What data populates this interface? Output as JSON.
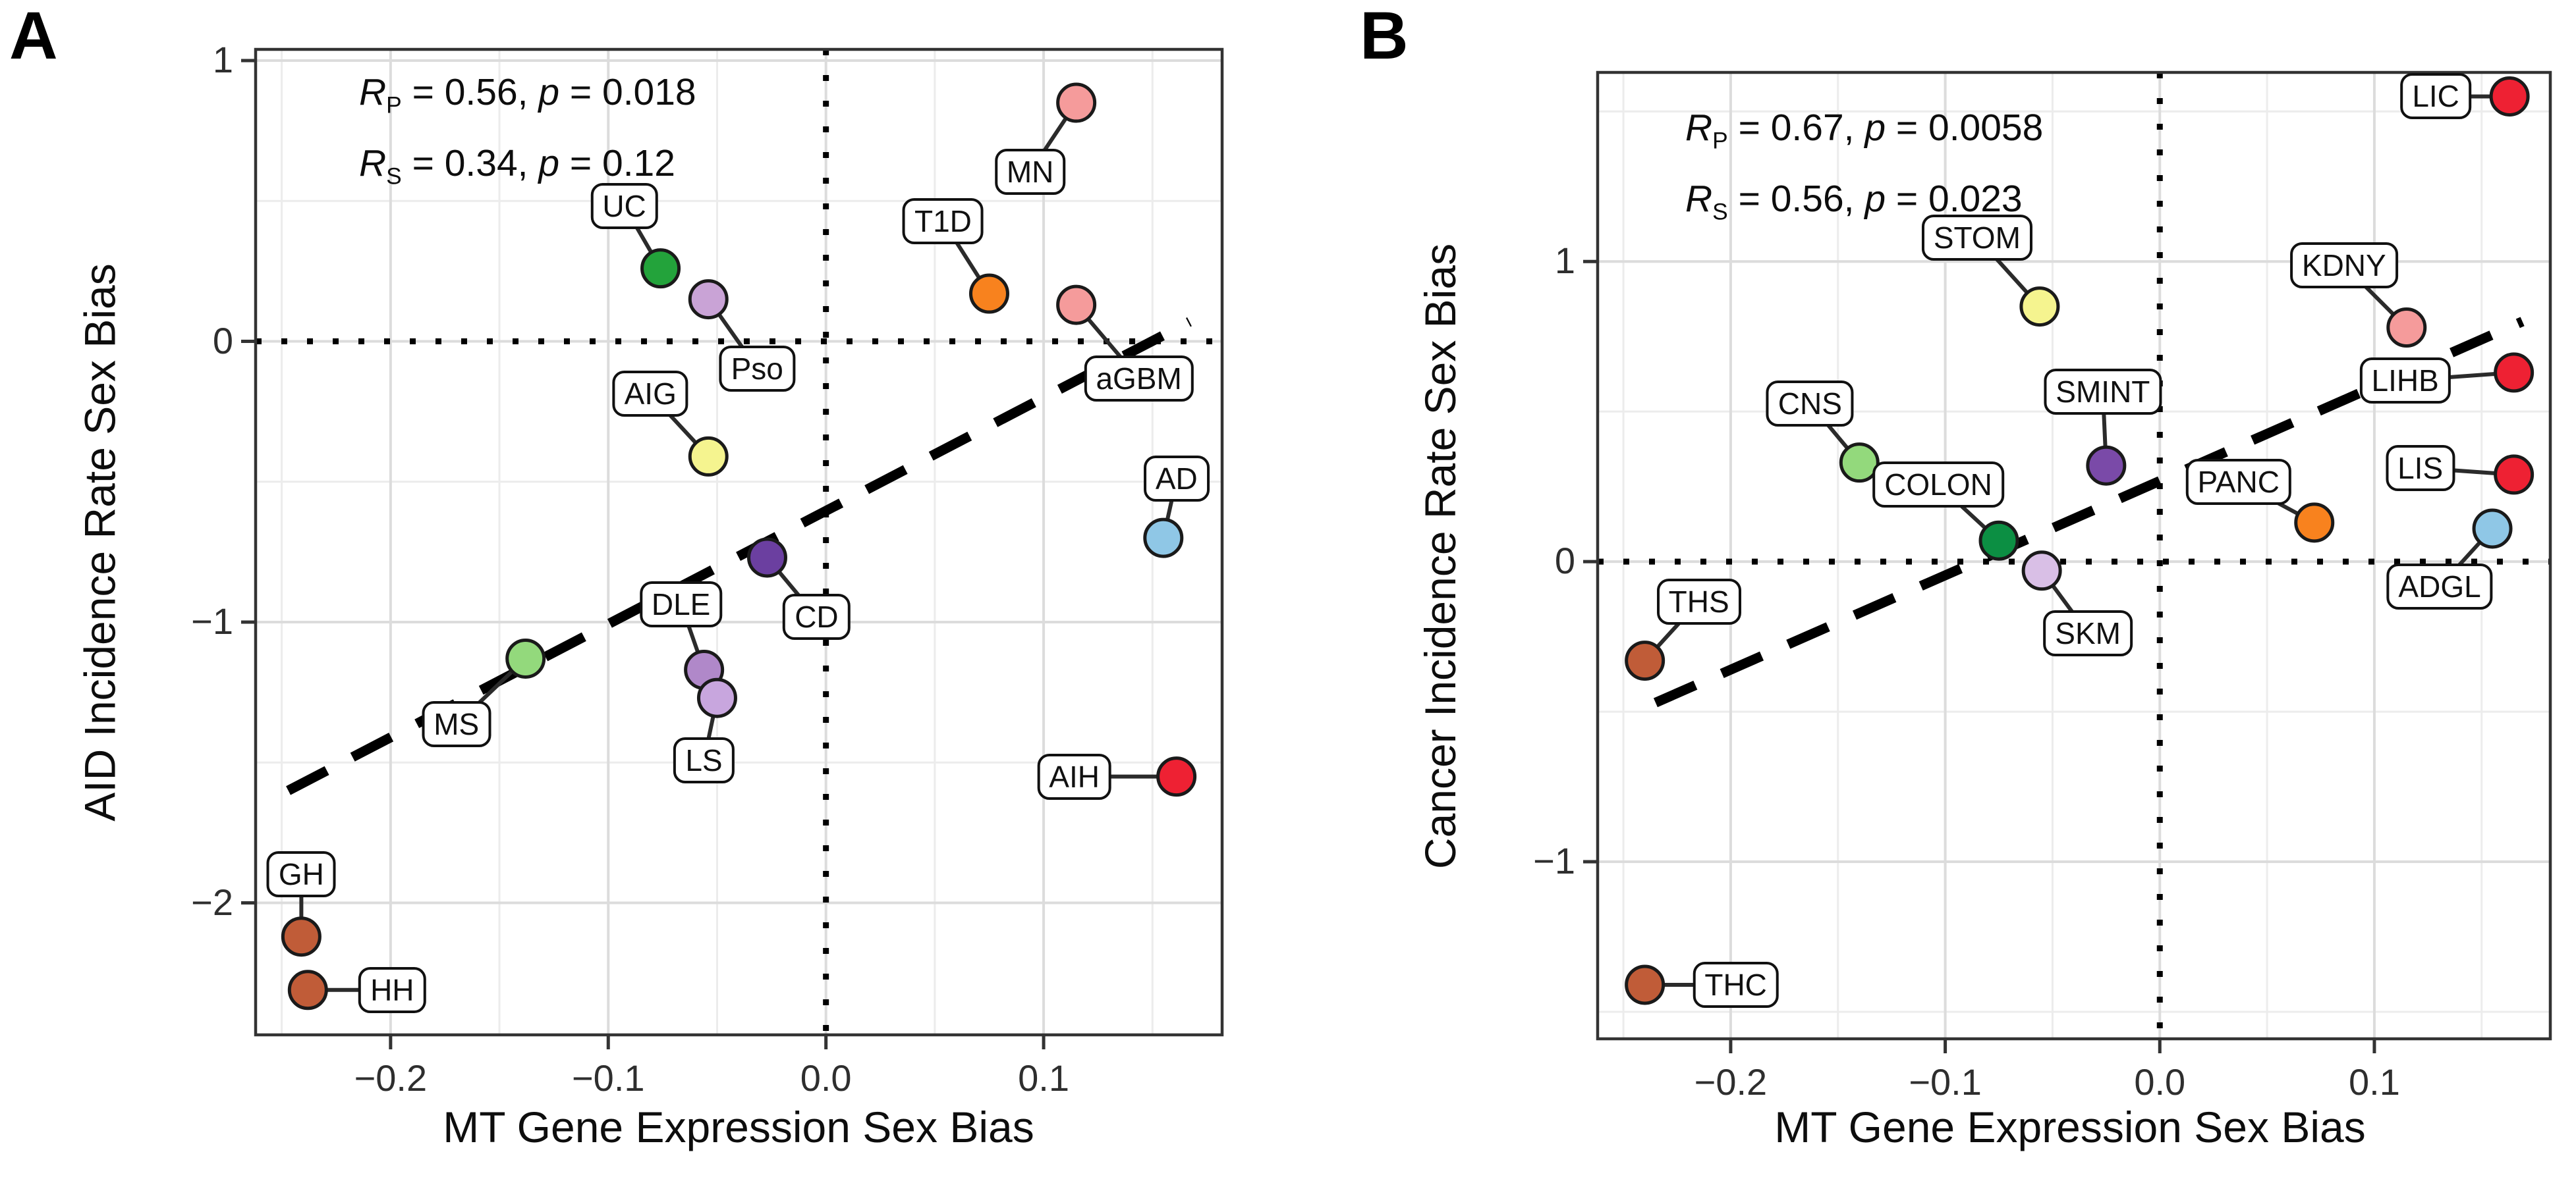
{
  "figure": {
    "panel_a_letter": "A",
    "panel_b_letter": "B",
    "x_axis_title": "MT Gene Expression Sex Bias"
  },
  "chart_data": [
    {
      "type": "scatter",
      "panel_label": "A",
      "xlabel": "MT Gene Expression Sex Bias",
      "ylabel": "AID Incidence Rate Sex Bias",
      "xlim": [
        -0.262,
        0.182
      ],
      "ylim": [
        -2.47,
        1.04
      ],
      "x_ticks": {
        "values": [
          -0.2,
          -0.1,
          0.0,
          0.1
        ],
        "labels": [
          "−0.2",
          "−0.1",
          "0.0",
          "0.1"
        ]
      },
      "y_ticks": {
        "values": [
          1,
          0,
          -1,
          -2
        ],
        "labels": [
          "1",
          "0",
          "−1",
          "−2"
        ]
      },
      "x_minor": [
        -0.25,
        -0.15,
        -0.05,
        0.05,
        0.15
      ],
      "y_minor": [
        0.5,
        -0.5,
        -1.5
      ],
      "grid": true,
      "legend": "none",
      "zero_line_x": 0.0,
      "zero_line_y": 0.0,
      "stats": [
        {
          "r_sym": "R",
          "r_sub": "P",
          "r_val": "0.56",
          "p_sym": "p",
          "p_val": "0.018"
        },
        {
          "r_sym": "R",
          "r_sub": "S",
          "r_val": "0.34",
          "p_sym": "p",
          "p_val": "0.12"
        }
      ],
      "trend": {
        "x1": -0.247,
        "y1": -1.6,
        "x2": 0.167,
        "y2": 0.07
      },
      "points": [
        {
          "label": "MN",
          "x": 0.115,
          "y": 0.85,
          "color": "#F59B9B",
          "dx": -70,
          "dy": 105
        },
        {
          "label": "UC",
          "x": -0.076,
          "y": 0.26,
          "color": "#23A33B",
          "dx": -55,
          "dy": -95
        },
        {
          "label": "Pso",
          "x": -0.054,
          "y": 0.15,
          "color": "#C9A3D6",
          "dx": 74,
          "dy": 105
        },
        {
          "label": "T1D",
          "x": 0.075,
          "y": 0.17,
          "color": "#F8821E",
          "dx": -70,
          "dy": -110
        },
        {
          "label": "aGBM",
          "x": 0.115,
          "y": 0.13,
          "color": "#F59B9B",
          "dx": 95,
          "dy": 112
        },
        {
          "label": "AIG",
          "x": -0.054,
          "y": -0.41,
          "color": "#F5F48F",
          "dx": -88,
          "dy": -95
        },
        {
          "label": "CD",
          "x": -0.027,
          "y": -0.77,
          "color": "#6B3FA0",
          "dx": 75,
          "dy": 90
        },
        {
          "label": "AD",
          "x": 0.155,
          "y": -0.7,
          "color": "#8FC7E6",
          "dx": 20,
          "dy": -90
        },
        {
          "label": "MS",
          "x": -0.138,
          "y": -1.13,
          "color": "#93D97C",
          "dx": -105,
          "dy": 100
        },
        {
          "label": "DLE",
          "x": -0.056,
          "y": -1.17,
          "color": "#B088C9",
          "dx": -35,
          "dy": -100
        },
        {
          "label": "LS",
          "x": -0.05,
          "y": -1.27,
          "color": "#C8A6DE",
          "dx": -20,
          "dy": 95
        },
        {
          "label": "AIH",
          "x": 0.161,
          "y": -1.55,
          "color": "#EE2133",
          "dx": -155,
          "dy": 0
        },
        {
          "label": "GH",
          "x": -0.241,
          "y": -2.12,
          "color": "#C05C38",
          "dx": 0,
          "dy": -95
        },
        {
          "label": "HH",
          "x": -0.238,
          "y": -2.31,
          "color": "#C05C38",
          "dx": 128,
          "dy": 0
        }
      ]
    },
    {
      "type": "scatter",
      "panel_label": "B",
      "xlabel": "MT Gene Expression Sex Bias",
      "ylabel": "Cancer Incidence Rate Sex Bias",
      "xlim": [
        -0.262,
        0.182
      ],
      "ylim": [
        -1.59,
        1.63
      ],
      "x_ticks": {
        "values": [
          -0.2,
          -0.1,
          0.0,
          0.1
        ],
        "labels": [
          "−0.2",
          "−0.1",
          "0.0",
          "0.1"
        ]
      },
      "y_ticks": {
        "values": [
          1,
          0,
          -1
        ],
        "labels": [
          "1",
          "0",
          "−1"
        ]
      },
      "x_minor": [
        -0.25,
        -0.15,
        -0.05,
        0.05,
        0.15
      ],
      "y_minor": [
        1.5,
        0.5,
        -0.5,
        -1.5
      ],
      "grid": true,
      "legend": "none",
      "zero_line_x": 0.0,
      "zero_line_y": 0.0,
      "stats": [
        {
          "r_sym": "R",
          "r_sub": "P",
          "r_val": "0.67",
          "p_sym": "p",
          "p_val": "0.0058"
        },
        {
          "r_sym": "R",
          "r_sub": "S",
          "r_val": "0.56",
          "p_sym": "p",
          "p_val": "0.023"
        }
      ],
      "trend": {
        "x1": -0.235,
        "y1": -0.47,
        "x2": 0.169,
        "y2": 0.8
      },
      "points": [
        {
          "label": "LIC",
          "x": 0.163,
          "y": 1.55,
          "color": "#EE2133",
          "dx": -112,
          "dy": 0
        },
        {
          "label": "STOM",
          "x": -0.056,
          "y": 0.85,
          "color": "#F5F48F",
          "dx": -95,
          "dy": -105
        },
        {
          "label": "KDNY",
          "x": 0.115,
          "y": 0.78,
          "color": "#F59B9B",
          "dx": -95,
          "dy": -95
        },
        {
          "label": "LIHB",
          "x": 0.165,
          "y": 0.63,
          "color": "#EE2133",
          "dx": -165,
          "dy": 12
        },
        {
          "label": "CNS",
          "x": -0.14,
          "y": 0.33,
          "color": "#93D97C",
          "dx": -75,
          "dy": -90
        },
        {
          "label": "SMINT",
          "x": -0.025,
          "y": 0.32,
          "color": "#7A4AA8",
          "dx": -5,
          "dy": -112
        },
        {
          "label": "LIS",
          "x": 0.165,
          "y": 0.29,
          "color": "#EE2133",
          "dx": -142,
          "dy": -10
        },
        {
          "label": "PANC",
          "x": 0.072,
          "y": 0.13,
          "color": "#F8821E",
          "dx": -115,
          "dy": -62
        },
        {
          "label": "ADGL",
          "x": 0.155,
          "y": 0.11,
          "color": "#8FC7E6",
          "dx": -80,
          "dy": 88
        },
        {
          "label": "COLON",
          "x": -0.075,
          "y": 0.07,
          "color": "#0C8F43",
          "dx": -92,
          "dy": -85
        },
        {
          "label": "SKM",
          "x": -0.055,
          "y": -0.03,
          "color": "#D9BFE6",
          "dx": 70,
          "dy": 95
        },
        {
          "label": "THS",
          "x": -0.24,
          "y": -0.33,
          "color": "#C05C38",
          "dx": 82,
          "dy": -90
        },
        {
          "label": "THC",
          "x": -0.24,
          "y": -1.41,
          "color": "#C05C38",
          "dx": 138,
          "dy": 0
        }
      ]
    }
  ]
}
